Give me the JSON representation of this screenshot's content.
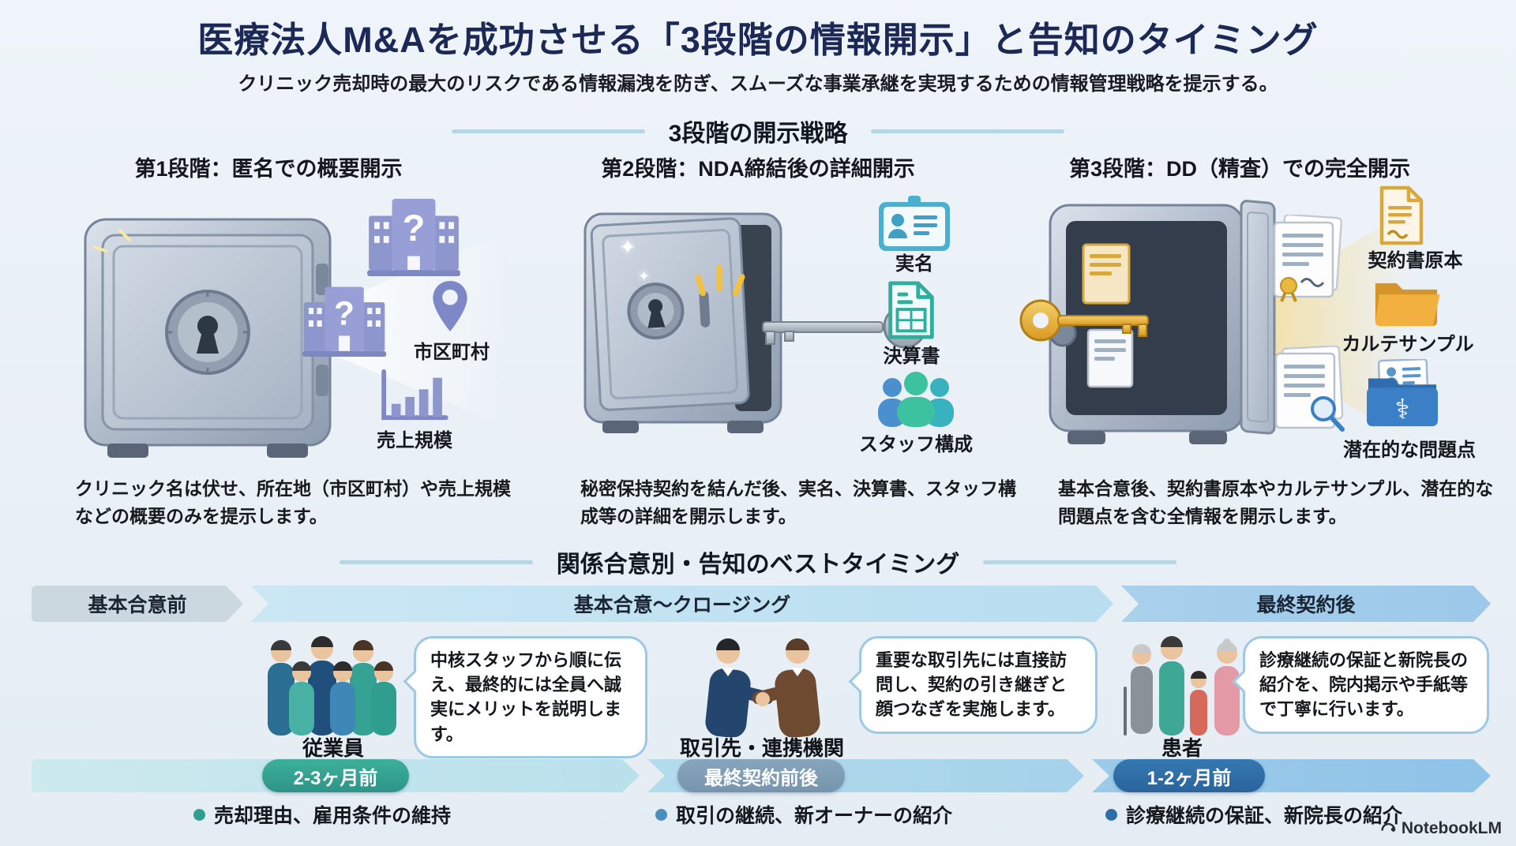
{
  "header": {
    "title": "医療法人M&Aを成功させる「3段階の情報開示」と告知のタイミング",
    "subtitle": "クリニック売却時の最大のリスクである情報漏洩を防ぎ、スムーズな事業承継を実現するための情報管理戦略を提示する。"
  },
  "disclosure": {
    "heading": "3段階の開示戦略",
    "stages": [
      {
        "title": "第1段階：匿名での概要開示",
        "labels": {
          "location": "市区町村",
          "revenue": "売上規模"
        },
        "description": "クリニック名は伏せ、所在地（市区町村）や売上規模などの概要のみを提示します。"
      },
      {
        "title": "第2段階：NDA締結後の詳細開示",
        "labels": {
          "real_name": "実名",
          "financials": "決算書",
          "staff": "スタッフ構成"
        },
        "description": "秘密保持契約を結んだ後、実名、決算書、スタッフ構成等の詳細を開示します。"
      },
      {
        "title": "第3段階：DD（精査）での完全開示",
        "labels": {
          "contract": "契約書原本",
          "charts": "カルテサンプル",
          "issues": "潜在的な問題点"
        },
        "description": "基本合意後、契約書原本やカルテサンプル、潜在的な問題点を含む全情報を開示します。"
      }
    ]
  },
  "timeline": {
    "heading": "関係合意別・告知のベストタイミング",
    "phases": [
      "基本合意前",
      "基本合意～クロージング",
      "最終契約後"
    ],
    "groups": [
      {
        "label": "従業員",
        "bubble": "中核スタッフから順に伝え、最終的には全員へ誠実にメリットを説明します。",
        "timing": "2-3ヶ月前",
        "point": "売却理由、雇用条件の維持"
      },
      {
        "label": "取引先・連携機関",
        "bubble": "重要な取引先には直接訪問し、契約の引き継ぎと顔つなぎを実施します。",
        "timing": "最終契約前後",
        "point": "取引の継続、新オーナーの紹介"
      },
      {
        "label": "患者",
        "bubble": "診療継続の保証と新院長の紹介を、院内掲示や手紙等で丁寧に行います。",
        "timing": "1-2ヶ月前",
        "point": "診療継続の保証、新院長の紹介"
      }
    ]
  },
  "watermark": "NotebookLM",
  "colors": {
    "background": "#e9f0f6",
    "title": "#1c2957",
    "stage1_accent": "#8d97cd",
    "stage2_accent": "#3bacc7",
    "stage3_accent": "#d9a83c",
    "badge_teal": "#2f9e8f",
    "badge_slate": "#7f9db6",
    "badge_blue": "#2d6da8",
    "phase_gray": "#ccd8df",
    "phase_light_blue": "#c3e4f2",
    "phase_blue": "#a0cbe9"
  }
}
